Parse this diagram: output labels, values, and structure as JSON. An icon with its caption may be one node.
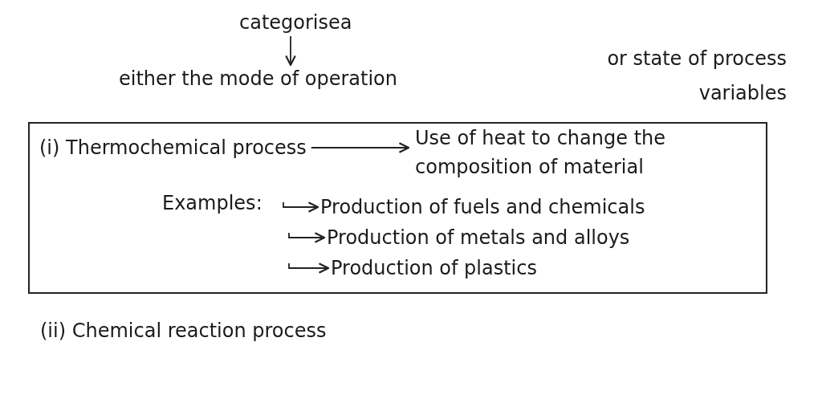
{
  "diagram": {
    "nodes": [
      {
        "text": [
          "categorisea"
        ]
      },
      {
        "text": [
          "either the mode of operation"
        ]
      },
      {
        "text": [],
        "shape": "box"
      },
      {
        "text": [
          "(i) Thermochemical process"
        ],
        "in": 2
      },
      {
        "text": [
          "Use of heat to change the composition of material"
        ],
        "in": 2
      },
      {
        "text": [
          "Examples:"
        ],
        "in": 2
      },
      {
        "text": [
          "Production of fuels and chemicals"
        ],
        "in": 2
      },
      {
        "text": [
          "Production of metals and alloys"
        ],
        "in": 2
      },
      {
        "text": [
          "Production of plastics"
        ],
        "in": 2
      }
    ],
    "edges": [
      {
        "from": 0,
        "to": 1,
        "arrow": "to"
      },
      {
        "from": 3,
        "to": 4,
        "arrow": "to"
      },
      {
        "from": null,
        "to": 6,
        "arrow": "to"
      },
      {
        "from": null,
        "to": 7,
        "arrow": "to"
      },
      {
        "from": null,
        "to": 8,
        "arrow": "to"
      }
    ],
    "labels": [
      "or state of process variables",
      "(ii) Chemical reaction process"
    ]
  }
}
